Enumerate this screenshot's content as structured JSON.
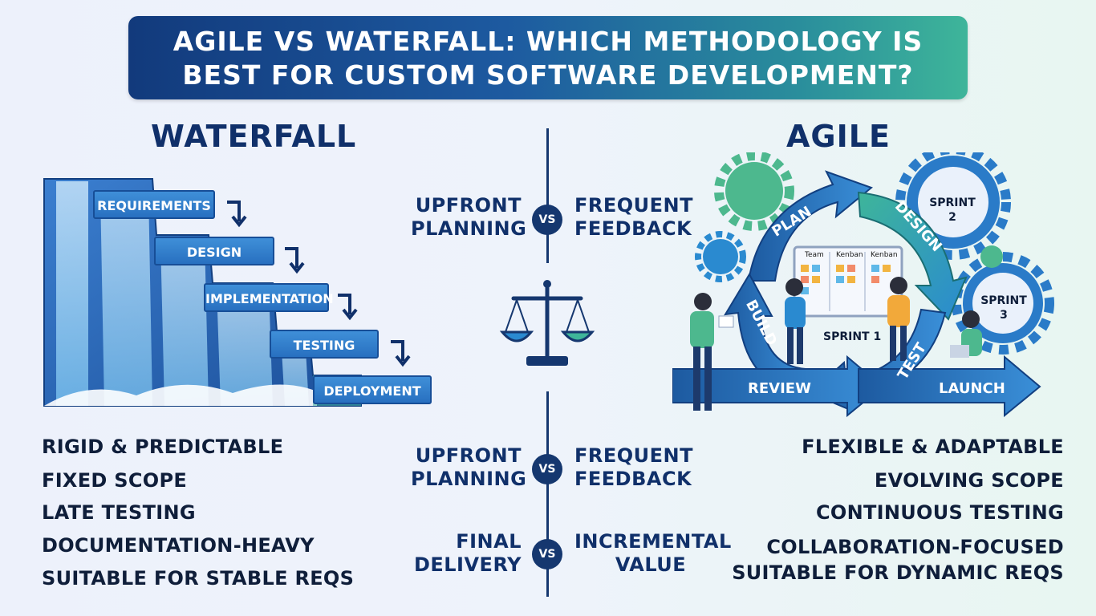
{
  "title": {
    "line1": "AGILE VS WATERFALL: WHICH METHODOLOGY IS",
    "line2": "BEST FOR CUSTOM SOFTWARE DEVELOPMENT?"
  },
  "waterfall": {
    "heading": "WATERFALL",
    "stages": [
      "REQUIREMENTS",
      "DESIGN",
      "IMPLEMENTATION",
      "TESTING",
      "DEPLOYMENT"
    ],
    "traits": [
      "RIGID & PREDICTABLE",
      "FIXED SCOPE",
      "LATE TESTING",
      "DOCUMENTATION-HEAVY",
      "SUITABLE FOR STABLE REQS"
    ]
  },
  "agile": {
    "heading": "AGILE",
    "cycle": [
      "PLAN",
      "DESIGN",
      "BUILD",
      "TEST"
    ],
    "sprints": [
      "SPRINT 1",
      "SPRINT\n2",
      "SPRINT\n3"
    ],
    "board_columns": [
      "Team",
      "Kenban",
      "Kenban"
    ],
    "arrows": [
      "REVIEW",
      "LAUNCH"
    ],
    "traits": [
      "FLEXIBLE & ADAPTABLE",
      "EVOLVING SCOPE",
      "CONTINUOUS TESTING",
      "COLLABORATION-FOCUSED",
      "SUITABLE FOR DYNAMIC REQS"
    ]
  },
  "comparisons": [
    {
      "left_1": "UPFRONT",
      "left_2": "PLANNING",
      "vs": "VS",
      "right_1": "FREQUENT",
      "right_2": "FEEDBACK"
    },
    {
      "left_1": "UPFRONT",
      "left_2": "PLANNING",
      "vs": "VS",
      "right_1": "FREQUENT",
      "right_2": "FEEDBACK"
    },
    {
      "left_1": "FINAL",
      "left_2": "DELIVERY",
      "vs": "VS",
      "right_1": "INCREMENTAL",
      "right_2": "VALUE"
    }
  ],
  "icons": {
    "center": "balance-scale-icon"
  },
  "colors": {
    "navy": "#15376f",
    "blue": "#2870c0",
    "green": "#3eb59a"
  }
}
